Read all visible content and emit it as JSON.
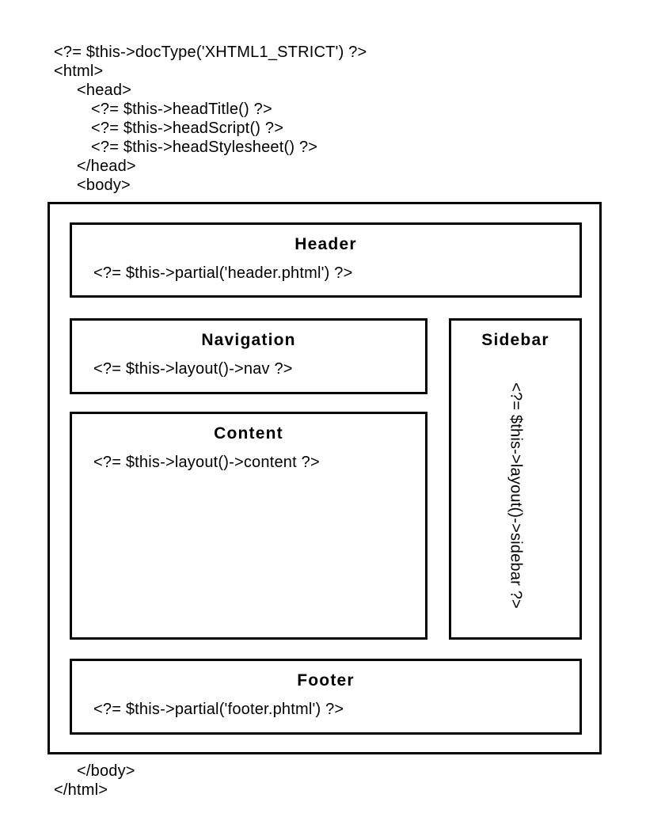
{
  "code_top": {
    "lines": [
      {
        "text": "<?= $this->docType('XHTML1_STRICT') ?>"
      },
      {
        "text": "<html>"
      },
      {
        "text": "<head>"
      },
      {
        "text": "<?= $this->headTitle() ?>"
      },
      {
        "text": "<?= $this->headScript() ?>"
      },
      {
        "text": "<?= $this->headStylesheet() ?>"
      },
      {
        "text": "</head>"
      },
      {
        "text": "<body>"
      }
    ]
  },
  "diagram": {
    "header": {
      "title": "Header",
      "code": "<?= $this->partial('header.phtml') ?>"
    },
    "navigation": {
      "title": "Navigation",
      "code": "<?= $this->layout()->nav ?>"
    },
    "content": {
      "title": "Content",
      "code": "<?= $this->layout()->content ?>"
    },
    "sidebar": {
      "title": "Sidebar",
      "code": "<?= $this->layout()->sidebar ?>"
    },
    "footer": {
      "title": "Footer",
      "code": "<?= $this->partial('footer.phtml') ?>"
    }
  },
  "code_bottom": {
    "lines": [
      {
        "text": "</body>"
      },
      {
        "text": "</html>"
      }
    ]
  },
  "colors": {
    "background": "#ffffff",
    "text": "#000000",
    "border": "#000000"
  }
}
